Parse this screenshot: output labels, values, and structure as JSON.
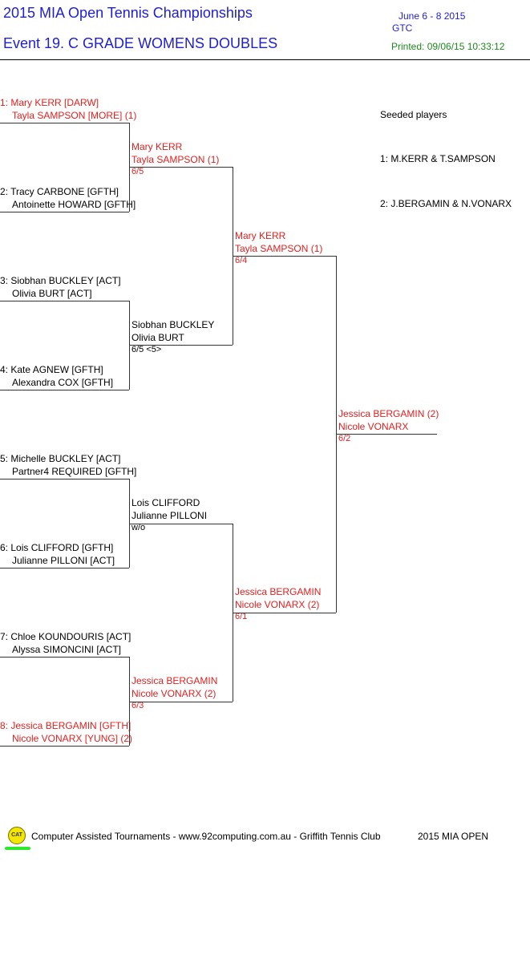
{
  "header": {
    "title": "2015 MIA Open Tennis Championships",
    "event": "Event 19. C GRADE WOMENS DOUBLES",
    "dates": "June 6 - 8  2015",
    "venue": "GTC",
    "printed": "Printed: 09/06/15 10:33:12"
  },
  "round1": [
    {
      "p1": "1: Mary KERR [DARW]",
      "p2": "Tayla SAMPSON [MORE] (1)",
      "red": true
    },
    {
      "p1": "2: Tracy CARBONE [GFTH]",
      "p2": "Antoinette HOWARD [GFTH]",
      "red": false
    },
    {
      "p1": "3: Siobhan BUCKLEY [ACT]",
      "p2": "Olivia BURT [ACT]",
      "red": false
    },
    {
      "p1": "4: Kate AGNEW [GFTH]",
      "p2": "Alexandra COX [GFTH]",
      "red": false
    },
    {
      "p1": "5: Michelle BUCKLEY [ACT]",
      "p2": "Partner4 REQUIRED [GFTH]",
      "red": false
    },
    {
      "p1": "6: Lois CLIFFORD [GFTH]",
      "p2": "Julianne PILLONI [ACT]",
      "red": false
    },
    {
      "p1": "7: Chloe KOUNDOURIS [ACT]",
      "p2": "Alyssa SIMONCINI [ACT]",
      "red": false
    },
    {
      "p1": "8: Jessica BERGAMIN [GFTH]",
      "p2": "Nicole VONARX [YUNG] (2)",
      "red": true
    }
  ],
  "round2": [
    {
      "p1": "Mary KERR",
      "p2": "Tayla SAMPSON (1)",
      "score": "6/5",
      "red": true
    },
    {
      "p1": "Siobhan BUCKLEY",
      "p2": "Olivia BURT",
      "score": "6/5  <5>",
      "red": false
    },
    {
      "p1": "Lois CLIFFORD",
      "p2": "Julianne PILLONI",
      "score": "w/o",
      "red": false
    },
    {
      "p1": "Jessica BERGAMIN",
      "p2": "Nicole VONARX (2)",
      "score": "6/3",
      "red": true
    }
  ],
  "semis": [
    {
      "p1": "Mary KERR",
      "p2": "Tayla SAMPSON (1)",
      "score": "6/4",
      "red": true
    },
    {
      "p1": "Jessica BERGAMIN",
      "p2": "Nicole VONARX (2)",
      "score": "6/1",
      "red": true
    }
  ],
  "final": {
    "p1": "Jessica BERGAMIN (2)",
    "p2": "Nicole VONARX",
    "score": "6/2",
    "red": true
  },
  "seeded": {
    "heading": "Seeded players",
    "items": [
      "1: M.KERR & T.SAMPSON",
      "2: J.BERGAMIN & N.VONARX"
    ]
  },
  "footer": {
    "logo": "CAT",
    "text": "Computer Assisted Tournaments - www.92computing.com.au -  Griffith Tennis Club",
    "right": "2015 MIA OPEN"
  },
  "colors": {
    "title": "#1f1fcf",
    "seed": "#e2201f",
    "printed": "#1d8a1d"
  }
}
